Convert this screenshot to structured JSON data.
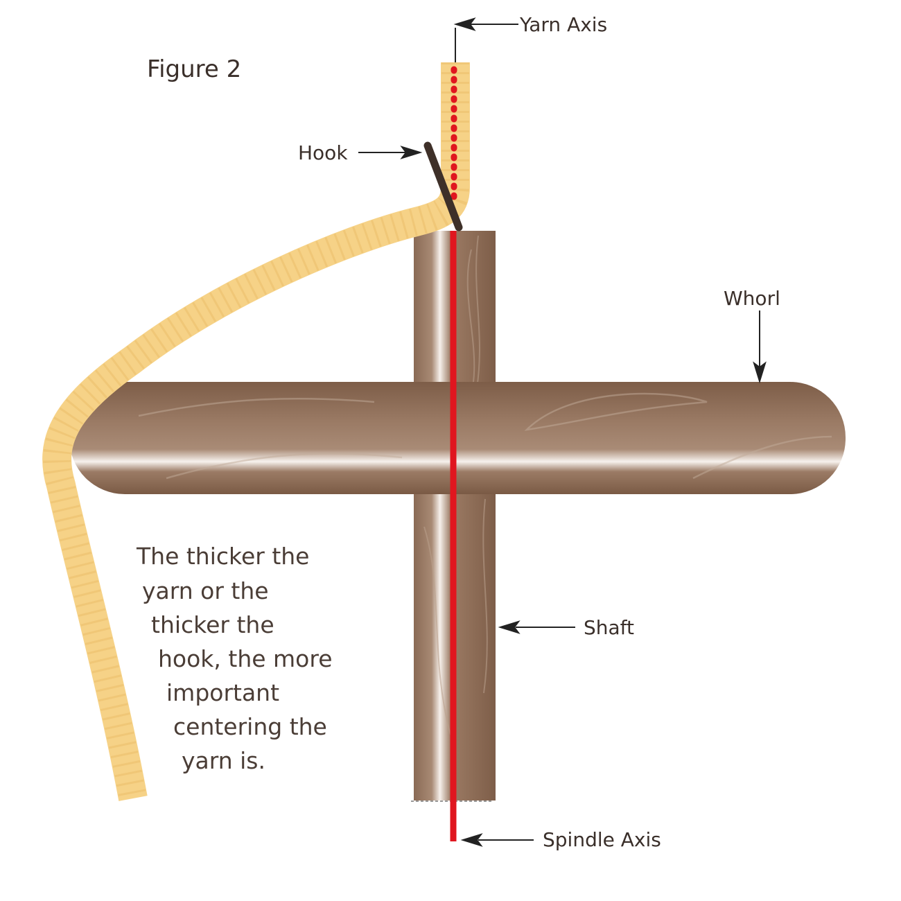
{
  "figure": {
    "title": "Figure 2",
    "caption_lines": [
      "The thicker the",
      "yarn or the",
      "thicker the",
      "hook, the more",
      "important",
      "centering the",
      "yarn is."
    ]
  },
  "labels": {
    "yarn_axis": "Yarn Axis",
    "hook": "Hook",
    "whorl": "Whorl",
    "shaft": "Shaft",
    "spindle_axis": "Spindle Axis"
  },
  "colors": {
    "yarn": "#F6D287",
    "wood": "#8B6A52",
    "wood_light": "#F4EEEA",
    "axis": "#E0161F",
    "hook": "#3E3029",
    "text": "#3A2F2A"
  }
}
